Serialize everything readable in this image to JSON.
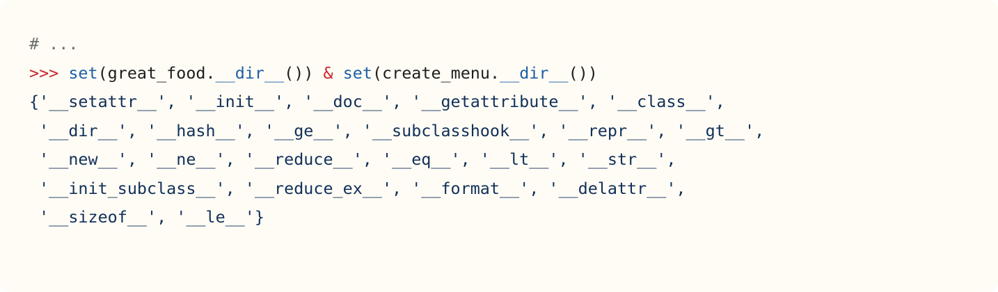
{
  "code": {
    "comment": "# ...",
    "prompt": ">>> ",
    "builtin_set": "set",
    "call_1_open": "(great_food.",
    "dunder_dir": "__dir__",
    "call_1_close": "()) ",
    "operator": "&",
    "space": " ",
    "call_2_open": "(create_menu.",
    "call_2_close": "())",
    "output_lines": [
      "{'__setattr__', '__init__', '__doc__', '__getattribute__', '__class__',",
      " '__dir__', '__hash__', '__ge__', '__subclasshook__', '__repr__', '__gt__',",
      " '__new__', '__ne__', '__reduce__', '__eq__', '__lt__', '__str__',",
      " '__init_subclass__', '__reduce_ex__', '__format__', '__delattr__',",
      " '__sizeof__', '__le__'}"
    ]
  },
  "colors": {
    "background": "#fefcf5",
    "comment": "#6b6b6b",
    "prompt": "#c8252c",
    "builtin": "#1f5fa8",
    "output": "#123059"
  }
}
